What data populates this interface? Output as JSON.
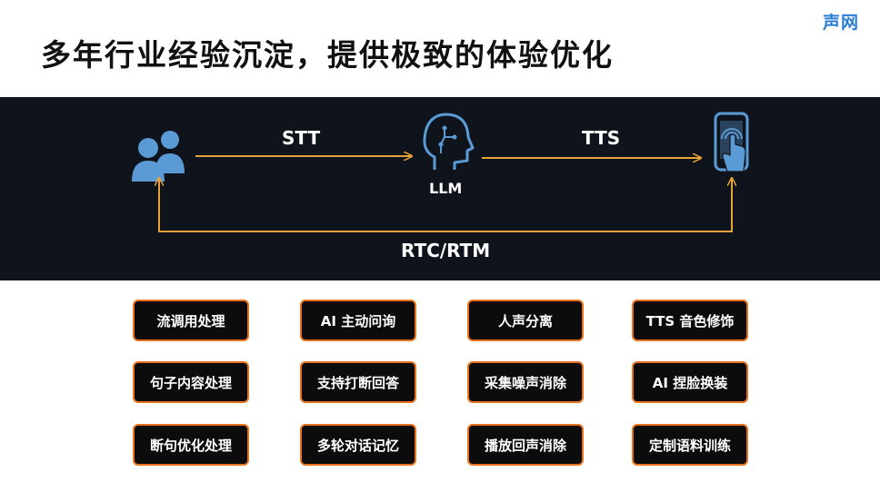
{
  "header": {
    "brand": "声网",
    "title": "多年行业经验沉淀，提供极致的体验优化"
  },
  "diagram": {
    "nodes": {
      "users_icon": "users-icon",
      "llm_icon": "brain-circuit-icon",
      "llm_label": "LLM",
      "phone_icon": "phone-touch-icon"
    },
    "edges": {
      "stt_label": "STT",
      "tts_label": "TTS",
      "return_label": "RTC/RTM"
    },
    "colors": {
      "band": "#0f141c",
      "arrow": "#e8a23a",
      "icon": "#5b9bd5",
      "feature_border": "#e8731c"
    }
  },
  "features": [
    [
      "流调用处理",
      "AI 主动问询",
      "人声分离",
      "TTS 音色修饰"
    ],
    [
      "句子内容处理",
      "支持打断回答",
      "采集噪声消除",
      "AI 捏脸换装"
    ],
    [
      "断句优化处理",
      "多轮对话记忆",
      "播放回声消除",
      "定制语料训练"
    ]
  ]
}
